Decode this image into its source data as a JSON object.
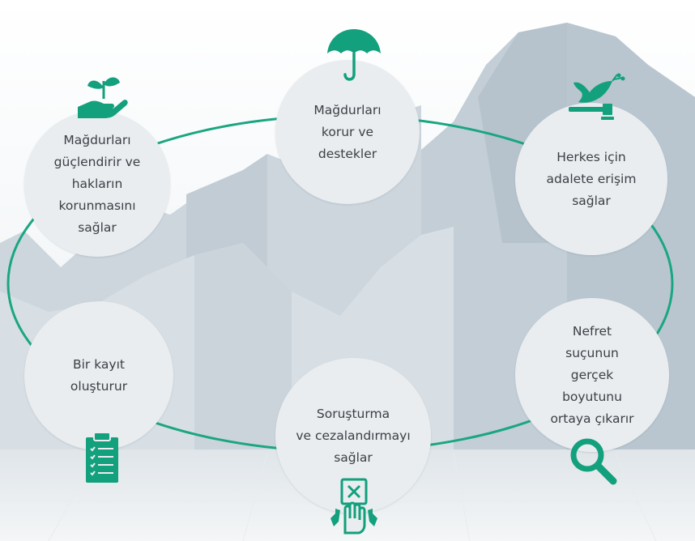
{
  "nodes": [
    {
      "id": "empower",
      "label": "Mağdurları\ngüçlendirir ve\nhakların\nkorunmasını\nsağlar",
      "icon": "hand-plant-icon"
    },
    {
      "id": "protect",
      "label": "Mağdurları\nkorur ve\ndestekler",
      "icon": "umbrella-icon"
    },
    {
      "id": "justice",
      "label": "Herkes için\nadalete erişim\nsağlar",
      "icon": "dove-gavel-icon"
    },
    {
      "id": "reveal",
      "label": "Nefret\nsuçunun\ngerçek\nboyutunu\nortaya çıkarır",
      "icon": "magnifier-icon"
    },
    {
      "id": "prosecute",
      "label": "Soruşturma\nve cezalandırmayı\nsağlar",
      "icon": "hand-vote-icon"
    },
    {
      "id": "record",
      "label": "Bir kayıt\noluşturur",
      "icon": "clipboard-icon"
    }
  ],
  "colors": {
    "accent": "#13a07c",
    "ring": "#1aa681",
    "node_fill": "#e9edf0",
    "text": "#3b4046",
    "background": "#c9d3da"
  }
}
